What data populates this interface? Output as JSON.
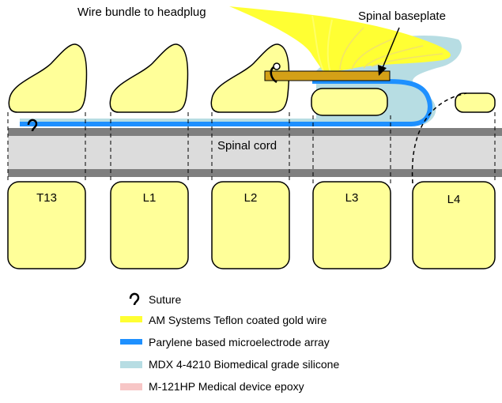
{
  "labels": {
    "wire_bundle": "Wire bundle to headplug",
    "spinal_baseplate": "Spinal baseplate",
    "spinal_cord": "Spinal cord"
  },
  "vertebrae": [
    "T13",
    "L1",
    "L2",
    "L3",
    "L4"
  ],
  "legend": [
    {
      "text": "Suture",
      "icon": "suture-icon",
      "color": "#000000"
    },
    {
      "text": "AM Systems Teflon coated gold wire",
      "icon": "wire-swatch",
      "color": "#ffff33"
    },
    {
      "text": "Parylene based microelectrode array",
      "icon": "array-swatch",
      "color": "#1e90ff"
    },
    {
      "text": "MDX 4-4210 Biomedical grade silicone",
      "icon": "silicone-swatch",
      "color": "#b7dde3"
    },
    {
      "text": "M-121HP Medical device epoxy",
      "icon": "epoxy-swatch",
      "color": "#f7c6c6"
    }
  ],
  "colors": {
    "bone": "#ffff99",
    "cord": "#dcdcdc",
    "dura": "#7f7f7f",
    "baseplate": "#d4a017",
    "silicone": "#b7dde3",
    "array": "#1e90ff",
    "wire": "#ffff33"
  }
}
